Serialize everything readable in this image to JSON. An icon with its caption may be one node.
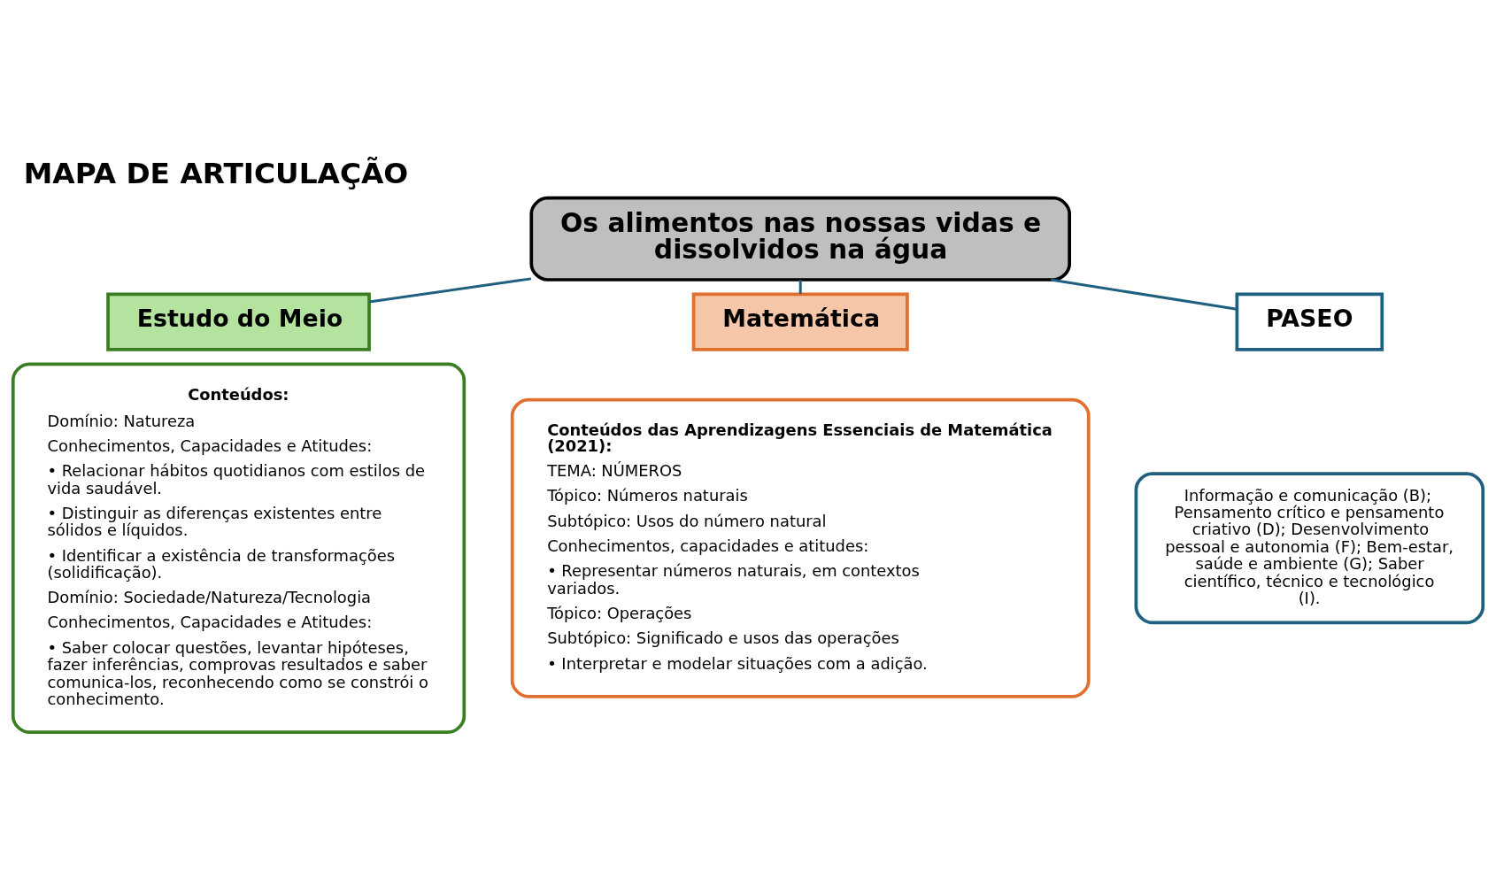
{
  "diagram": {
    "title": "MAPA DE ARTICULAÇÃO",
    "nodes": [
      {
        "text": [
          "Os alimentos nas nossas vidas e dissolvidos na água"
        ]
      },
      {
        "text": [
          "Estudo do Meio"
        ]
      },
      {
        "text": [
          "Conteúdos:",
          "Domínio: Natureza",
          "Conhecimentos, Capacidades e Atitudes:",
          "• Relacionar hábitos quotidianos com estilos de vida saudável.",
          "• Distinguir as diferenças existentes entre sólidos e líquidos.",
          "• Identificar a existência de transformações (solidificação).",
          "Domínio: Sociedade/Natureza/Tecnologia",
          "Conhecimentos, Capacidades e Atitudes:",
          "• Saber colocar questões, levantar hipóteses, fazer inferências, comprovas resultados e saber comunica-los, reconhecendo como se constrói o conhecimento."
        ]
      },
      {
        "text": [
          "Matemática"
        ]
      },
      {
        "text": [
          "Conteúdos das Aprendizagens Essenciais de Matemática (2021):",
          "TEMA: NÚMEROS",
          "Tópico: Números naturais",
          "Subtópico: Usos do número natural",
          "Conhecimentos, capacidades e atitudes:",
          "• Representar números naturais, em contextos variados.",
          "Tópico: Operações",
          "Subtópico: Significado e usos das operações",
          "• Interpretar e modelar situações com a adição."
        ]
      },
      {
        "text": [
          "PASEO"
        ]
      },
      {
        "text": [
          "Informação e comunicação (B); Pensamento crítico e pensamento criativo (D); Desenvolvimento pessoal e autonomia (F); Bem-estar, saúde e ambiente (G); Saber científico, técnico e tecnológico (I)."
        ]
      }
    ],
    "edges": [
      {
        "from": 0,
        "to": 1,
        "arrow": "none"
      },
      {
        "from": 0,
        "to": 3,
        "arrow": "none"
      },
      {
        "from": 0,
        "to": 5,
        "arrow": "none"
      }
    ]
  }
}
